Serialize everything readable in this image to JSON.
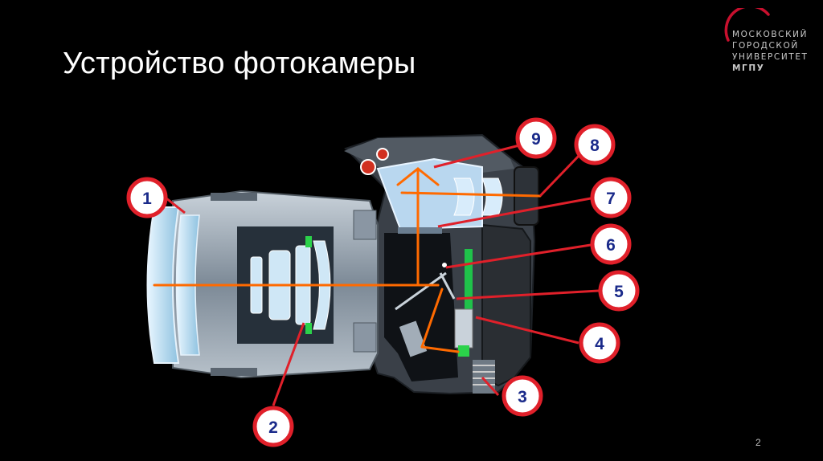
{
  "slide": {
    "title": "Устройство фотокамеры",
    "page_number": "2"
  },
  "logo": {
    "lines": [
      "МОСКОВСКИЙ",
      "ГОРОДСКОЙ",
      "УНИВЕРСИТЕТ",
      "МГПУ"
    ],
    "accent_color": "#c8102e"
  },
  "callouts": [
    {
      "label": "1"
    },
    {
      "label": "2"
    },
    {
      "label": "3"
    },
    {
      "label": "4"
    },
    {
      "label": "5"
    },
    {
      "label": "6"
    },
    {
      "label": "7"
    },
    {
      "label": "8"
    },
    {
      "label": "9"
    }
  ],
  "colors": {
    "light_ray": "#ff6a00",
    "callout_ring": "#e0202a",
    "callout_text": "#1a2a8a",
    "body": "#8a96a3",
    "glass": "#b8dcf0"
  }
}
